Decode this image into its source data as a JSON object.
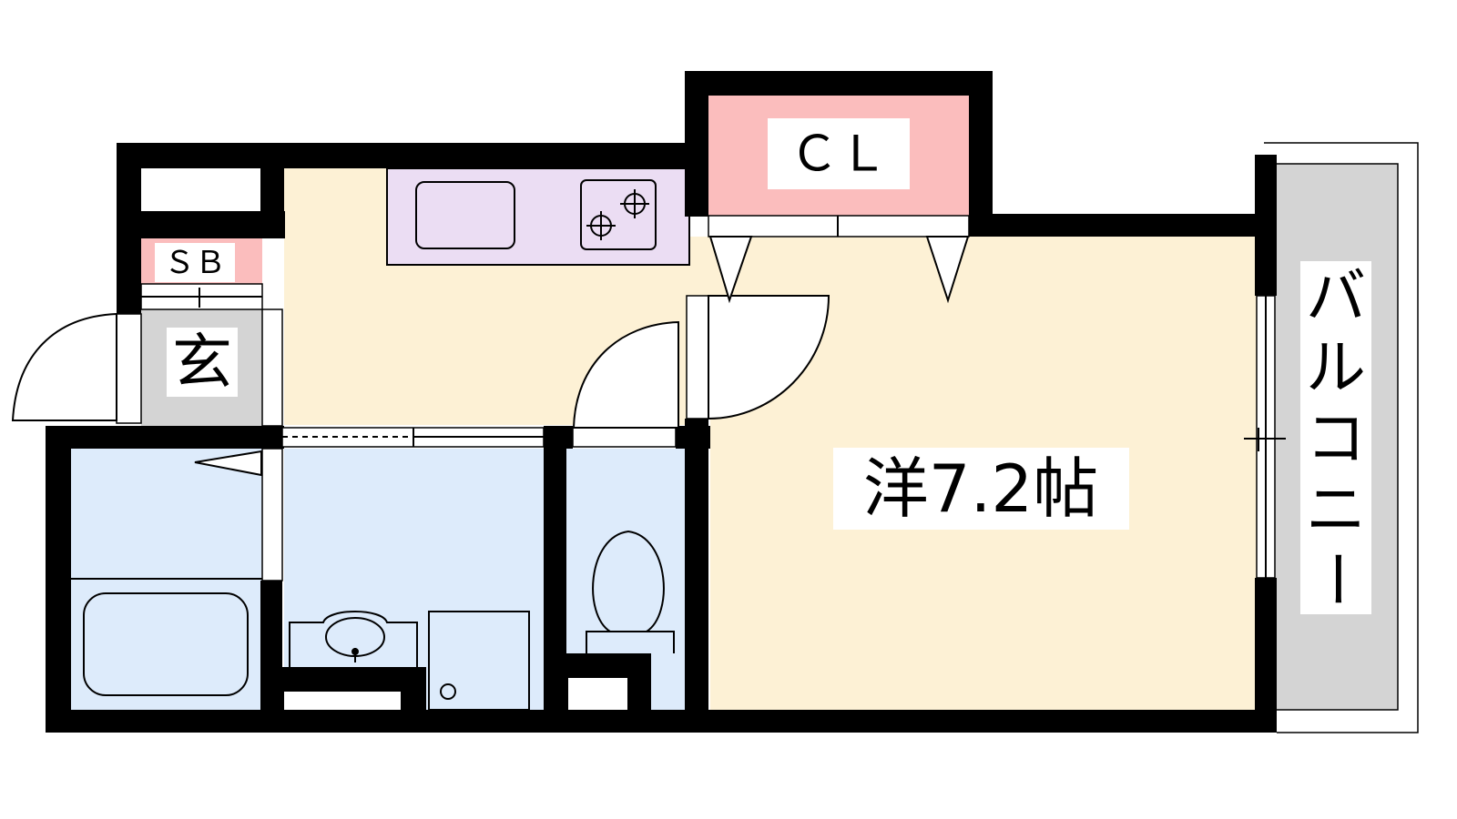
{
  "colors": {
    "wall": "#000000",
    "room_floor": "#FDF1D5",
    "kitchen_counter": "#EBDDF3",
    "wet_area": "#DDEBFB",
    "storage": "#FBBDBD",
    "entrance": "#D4D4D4",
    "balcony": "#D4D4D4",
    "label_bg": "#FFFFFF"
  },
  "labels": {
    "closet": "ＣＬ",
    "shoe_box": "ＳＢ",
    "entrance": "玄",
    "western_room": "洋7.2帖",
    "balcony": [
      "バ",
      "ル",
      "コ",
      "ニ",
      "ー"
    ]
  },
  "icons": {
    "sink": "kitchen-sink-icon",
    "stove": "gas-stove-icon",
    "bathtub": "bathtub-icon",
    "washbasin": "washbasin-icon",
    "washer": "washing-machine-pan-icon",
    "toilet": "toilet-icon"
  }
}
